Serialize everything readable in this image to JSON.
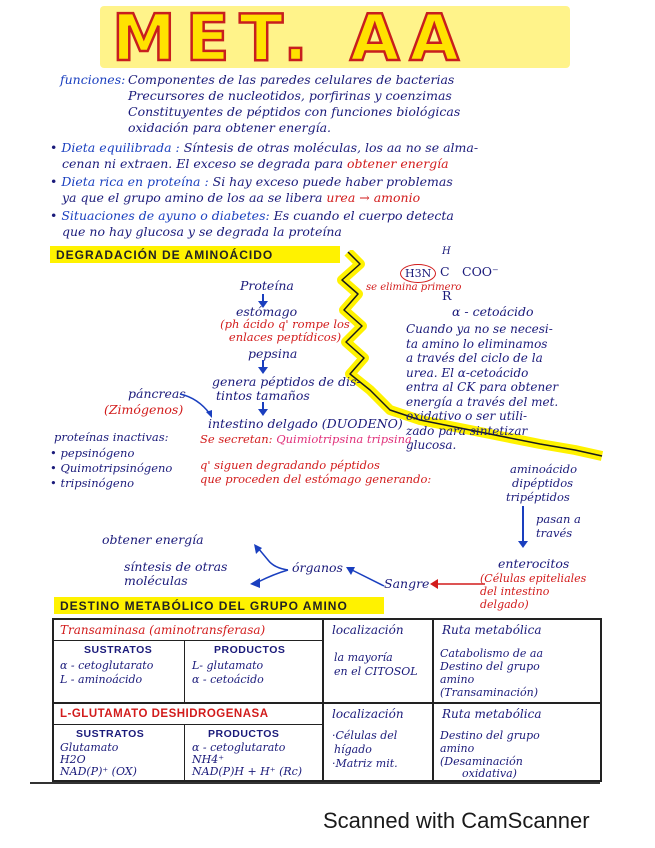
{
  "title": "MET. AA",
  "intro": {
    "label": "funciones:",
    "lines": [
      "Componentes de las paredes celulares de bacterias",
      "Precursores de nucleotidos, porfirinas y coenzimas",
      "Constituyentes de péptidos con funciones biológicas",
      "oxidación para obtener energía."
    ]
  },
  "bullets": [
    {
      "label": "Dieta equilibrada :",
      "text1": "Síntesis de otras moléculas, los aa no se alma-",
      "text2a": "cenan ni extraen. El exceso se degrada para ",
      "text2b": "obtener energía"
    },
    {
      "label": "Dieta rica en proteína :",
      "text1": "Si hay exceso puede haber problemas",
      "text2a": "ya que el grupo amino de los aa se libera ",
      "text2b": "urea → amonio"
    },
    {
      "label": "Situaciones de ayuno o diabetes:",
      "text1": " Es cuando el cuerpo detecta",
      "text2a": "que no hay glucosa y se degrada la proteína",
      "text2b": ""
    }
  ],
  "degradacion": {
    "heading": "DEGRADACIÓN DE AMINOÁCIDO",
    "proteina": "Proteína",
    "estomago": "estómago",
    "ph_note": "(ph ácido q' rompe los enlaces peptídicos)",
    "pepsina": "pepsina",
    "genera": "genera péptidos de dis-",
    "tintos": "tintos tamaños",
    "pancreas": "páncreas",
    "zimogenos": "(Zimógenos)",
    "intestino": "intestino delgado (DUODENO)",
    "secretan_label": "Se secretan:",
    "secretan_items": "Quimiotripsina tripsina",
    "siguen": "q' siguen degradando péptidos",
    "proceden": "que proceden del estómago generando:",
    "inactivas": "proteínas inactivas:",
    "inactive_list": [
      "pepsinógeno",
      "Quimotripsinógeno",
      "tripsinógeno"
    ],
    "productos": [
      "aminoácido",
      "dipéptidos",
      "tripéptidos"
    ],
    "pasan": "pasan a través",
    "enterocitos": "enterocitos",
    "celulas": "(Células epiteliales del intestino delgado)",
    "sangre": "Sangre",
    "organos": "órganos",
    "obtener": "obtener energía",
    "sintesis": "síntesis de otras moléculas",
    "se_elimina": "se elimina primero",
    "structure": {
      "h": "H",
      "nh3": "H3N",
      "c": "C",
      "coo": "COO⁻",
      "r": "R"
    },
    "cetoacido": "α - cetoácido",
    "explanation": [
      "Cuando ya no se necesi-",
      "ta amino lo eliminamos",
      "a través del ciclo de la",
      "urea. El α-cetoácido",
      "entra al CK para obtener",
      "energía a través del met.",
      "oxidativo o ser utili-",
      "zado para sintetizar",
      "glucosa."
    ]
  },
  "destino": {
    "heading": "DESTINO METABÓLICO DEL GRUPO AMINO",
    "table1": {
      "enzyme": "Transaminasa (aminotransferasa)",
      "loc_header": "localización",
      "ruta_header": "Ruta metabólica",
      "sustratos_header": "SUSTRATOS",
      "productos_header": "PRODUCTOS",
      "sustratos": [
        "α - cetoglutarato",
        "L - aminoácido"
      ],
      "productos": [
        "L- glutamato",
        "α - cetoácido"
      ],
      "localizacion": [
        "la mayoría",
        "en el CITOSOL"
      ],
      "ruta": [
        "Catabolismo de aa",
        "Destino del grupo",
        "amino",
        "(Transaminación)"
      ]
    },
    "table2": {
      "enzyme": "L-GLUTAMATO DESHIDROGENASA",
      "loc_header": "localización",
      "ruta_header": "Ruta metabólica",
      "sustratos_header": "SUSTRATOS",
      "productos_header": "PRODUCTOS",
      "sustratos": [
        "Glutamato",
        "H2O",
        "NAD(P)⁺ (OX)"
      ],
      "productos": [
        "α - cetoglutarato",
        "NH4⁺",
        "NAD(P)H + H⁺ (Rc)"
      ],
      "localizacion": [
        "·Células del",
        "hígado",
        "·Matriz mit."
      ],
      "ruta": [
        "Destino del grupo",
        "amino",
        "(Desaminación",
        "oxidativa)"
      ]
    }
  },
  "footer": "Scanned with CamScanner"
}
